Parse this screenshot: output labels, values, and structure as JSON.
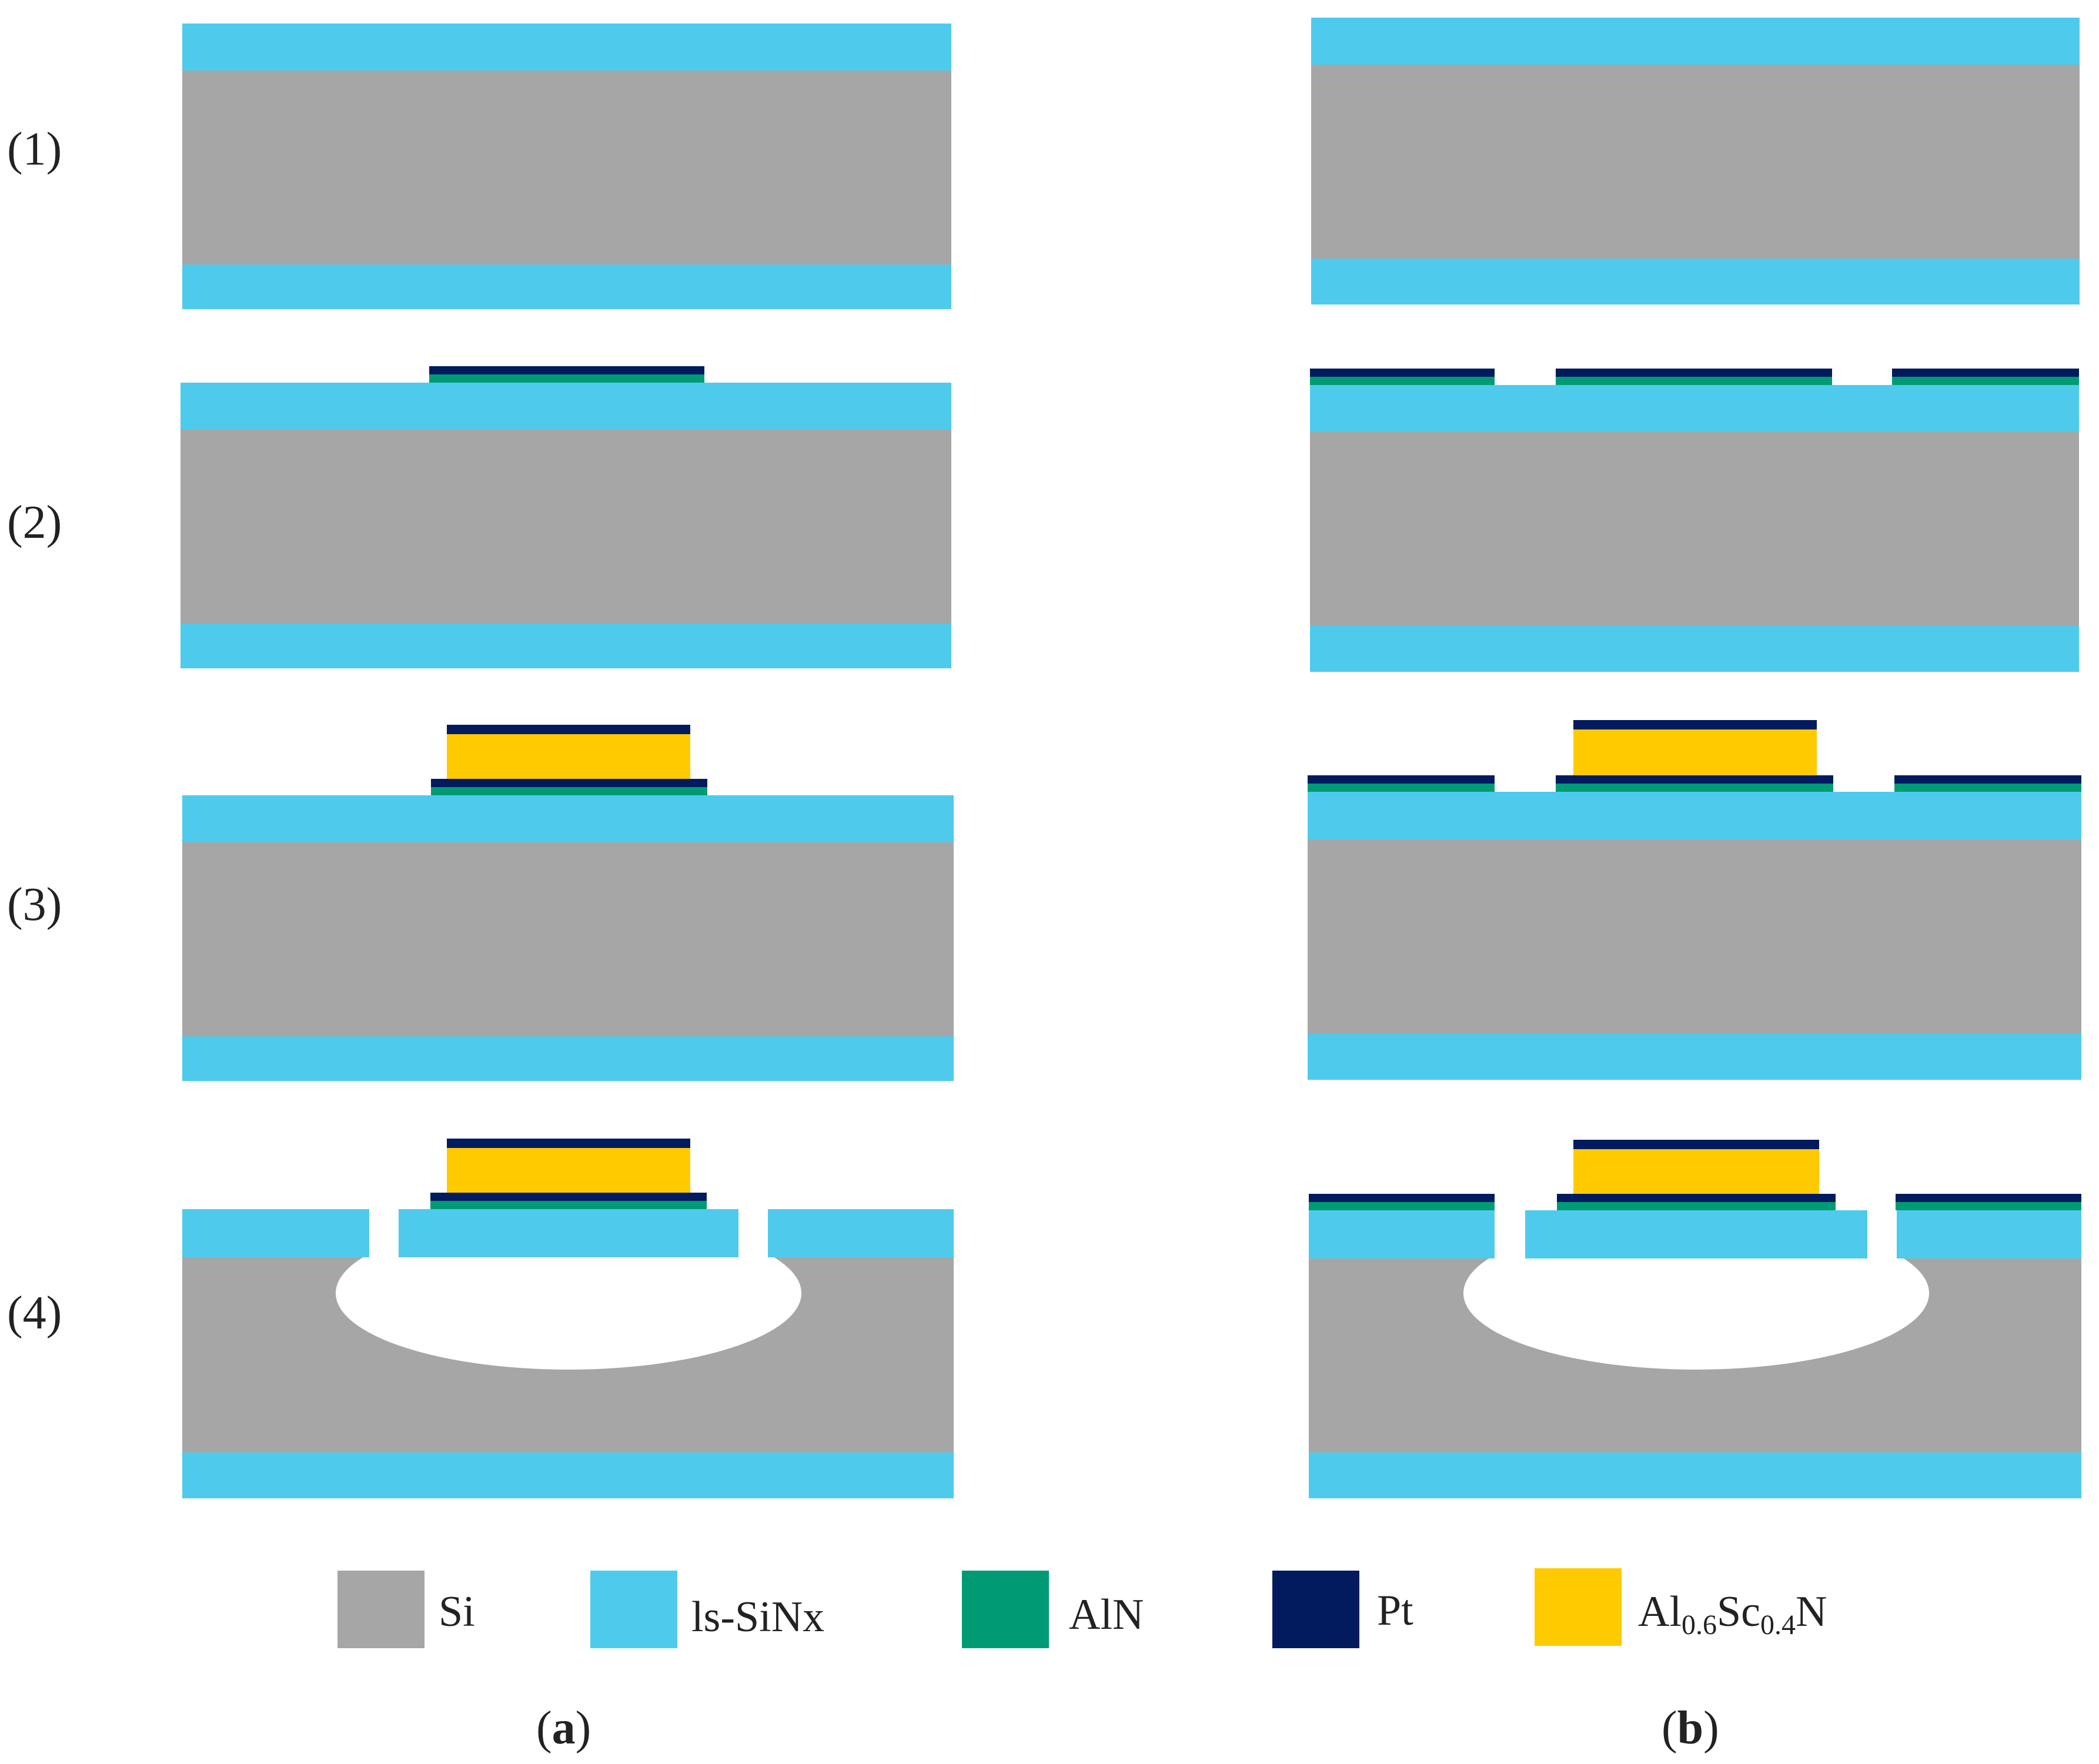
{
  "steps": [
    "(1)",
    "(2)",
    "(3)",
    "(4)"
  ],
  "panels": [
    {
      "id": "a",
      "label": "a"
    },
    {
      "id": "b",
      "label": "b"
    }
  ],
  "legend": [
    {
      "key": "si",
      "label": "Si",
      "color": "#a6a6a6"
    },
    {
      "key": "sinx",
      "label": "ls-SiNx",
      "color": "#4ecbec"
    },
    {
      "key": "aln",
      "label": "AlN",
      "color": "#009b74"
    },
    {
      "key": "pt",
      "label": "Pt",
      "color": "#021a5e"
    },
    {
      "key": "alscn",
      "label_base": "Al",
      "sub1": "0.6",
      "mid": "Sc",
      "sub2": "0.4",
      "tail": "N",
      "color": "#ffcb00"
    }
  ],
  "colors": {
    "si": "#a6a6a6",
    "sinx": "#4ecbec",
    "aln": "#009b74",
    "pt": "#021a5e",
    "alscn": "#ffcb00",
    "cavity": "#ffffff"
  }
}
